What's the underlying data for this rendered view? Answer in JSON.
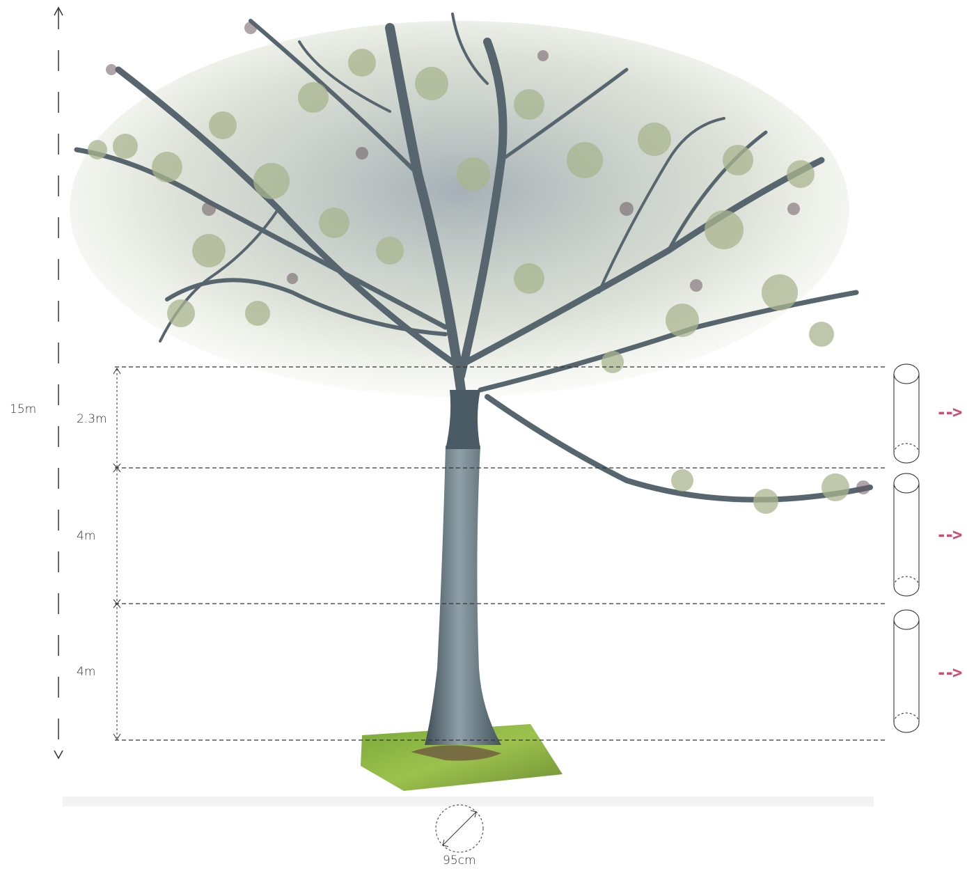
{
  "diagram": {
    "total_height_label": "15m",
    "segments": [
      {
        "label": "2.3m"
      },
      {
        "label": "4m"
      },
      {
        "label": "4m"
      }
    ],
    "diameter_label": "95cm",
    "arrow_glyph": "-->",
    "colors": {
      "dash_line": "#333333",
      "arrow_accent": "#d6486f",
      "bark": "#5f6f78",
      "foliage": "#a9b58f",
      "ground": "#8db046"
    },
    "icons": [
      "up-arrow-icon",
      "down-arrow-icon",
      "cylinder-icon",
      "diameter-circle-icon"
    ]
  }
}
